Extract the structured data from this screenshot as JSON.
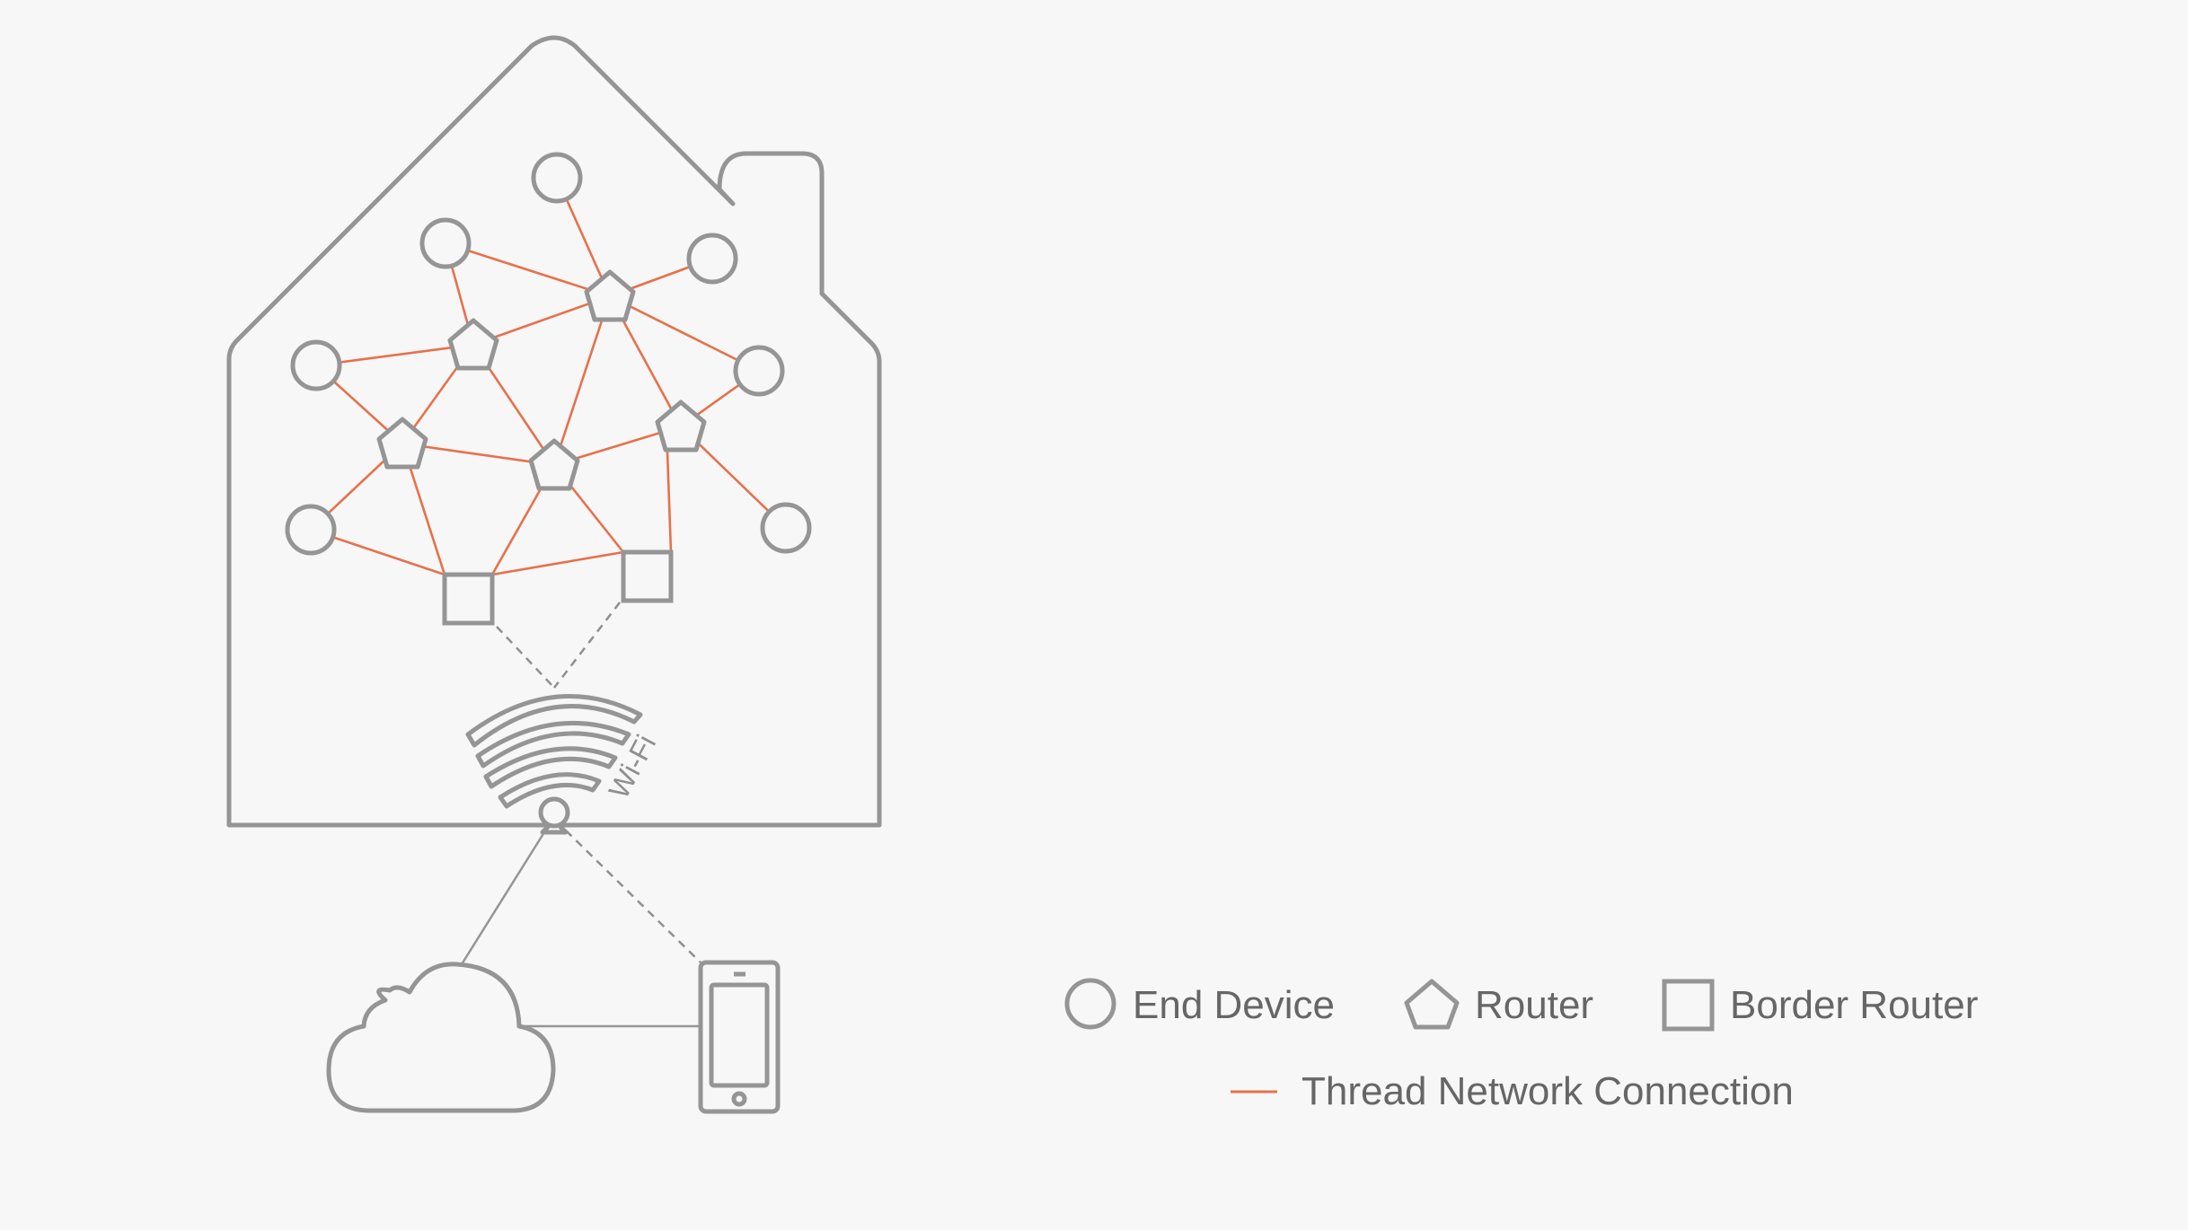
{
  "colors": {
    "background": "#f7f7f7",
    "outline": "#959595",
    "thread_connection": "#e8704a",
    "dashed_link": "#8f8f8f",
    "text": "#666666"
  },
  "house": {
    "wifi_label": "Wi-Fi"
  },
  "legend": {
    "end_device": "End Device",
    "router": "Router",
    "border_router": "Border Router",
    "thread_connection": "Thread Network Connection"
  },
  "nodes": {
    "end_devices": [
      "ed-top",
      "ed-upper-left",
      "ed-upper-right",
      "ed-left",
      "ed-right",
      "ed-lower-left",
      "ed-lower-right"
    ],
    "routers": [
      "router-top",
      "router-upper-left",
      "router-mid-left",
      "router-center",
      "router-right"
    ],
    "border_routers": [
      "border-router-left",
      "border-router-right"
    ]
  },
  "connections": {
    "thread": [
      [
        "ed-top",
        "router-top"
      ],
      [
        "ed-upper-right",
        "router-top"
      ],
      [
        "ed-upper-left",
        "router-top"
      ],
      [
        "ed-upper-left",
        "router-upper-left"
      ],
      [
        "ed-right",
        "router-top"
      ],
      [
        "router-top",
        "router-upper-left"
      ],
      [
        "router-top",
        "router-center"
      ],
      [
        "router-top",
        "router-right"
      ],
      [
        "ed-left",
        "router-upper-left"
      ],
      [
        "ed-left",
        "router-mid-left"
      ],
      [
        "router-upper-left",
        "router-mid-left"
      ],
      [
        "router-upper-left",
        "router-center"
      ],
      [
        "ed-right",
        "router-right"
      ],
      [
        "router-right",
        "ed-lower-right"
      ],
      [
        "router-right",
        "router-center"
      ],
      [
        "router-right",
        "border-router-right"
      ],
      [
        "router-mid-left",
        "router-center"
      ],
      [
        "router-mid-left",
        "ed-lower-left"
      ],
      [
        "router-mid-left",
        "border-router-left"
      ],
      [
        "ed-lower-left",
        "border-router-left"
      ],
      [
        "router-center",
        "border-router-left"
      ],
      [
        "router-center",
        "border-router-right"
      ],
      [
        "border-router-left",
        "border-router-right"
      ]
    ],
    "other": [
      [
        "border-router-left",
        "wifi-access-point",
        "dashed"
      ],
      [
        "border-router-right",
        "wifi-access-point",
        "dashed"
      ],
      [
        "wifi-access-point",
        "cloud",
        "solid"
      ],
      [
        "wifi-access-point",
        "phone",
        "dashed"
      ],
      [
        "cloud",
        "phone",
        "solid"
      ]
    ]
  }
}
